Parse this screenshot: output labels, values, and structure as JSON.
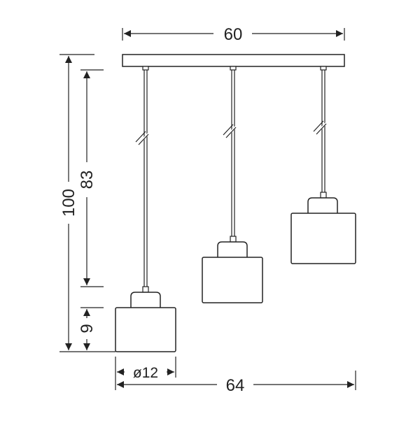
{
  "diagram": {
    "dimensions": {
      "top_width": "60",
      "total_width": "64",
      "total_height": "100",
      "cable_length": "83",
      "shade_height": "9",
      "shade_diameter": "ø12"
    },
    "colors": {
      "line": "#222222",
      "background": "#ffffff"
    }
  }
}
